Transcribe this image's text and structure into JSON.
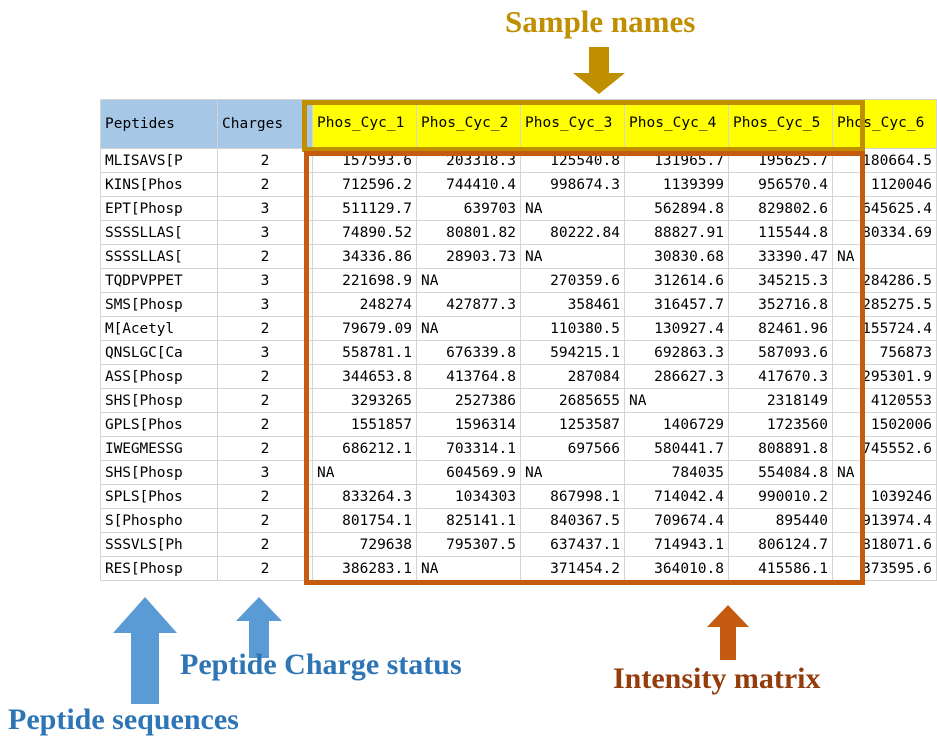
{
  "annotations": {
    "sample_names": "Sample names",
    "peptide_charge": "Peptide Charge status",
    "peptide_sequences": "Peptide sequences",
    "intensity_matrix": "Intensity matrix"
  },
  "colors": {
    "sample_names": "#bf8f00",
    "peptide_blue": "#2e75b6",
    "intensity_orange": "#943c0c",
    "header_highlight": "#ffff00",
    "id_header": "#a7c7e7",
    "matrix_border": "#c55a11",
    "sample_border": "#bf8f00"
  },
  "table": {
    "headers": {
      "peptides": "Peptides",
      "charges": "Charges",
      "samples": [
        "Phos_Cyc_1",
        "Phos_Cyc_2",
        "Phos_Cyc_3",
        "Phos_Cyc_4",
        "Phos_Cyc_5",
        "Phos_Cyc_6"
      ]
    },
    "rows": [
      {
        "peptide": "MLISAVS[P",
        "charge": "2",
        "values": [
          "157593.6",
          "203318.3",
          "125540.8",
          "131965.7",
          "195625.7",
          "180664.5"
        ]
      },
      {
        "peptide": "KINS[Phos",
        "charge": "2",
        "values": [
          "712596.2",
          "744410.4",
          "998674.3",
          "1139399",
          "956570.4",
          "1120046"
        ]
      },
      {
        "peptide": "EPT[Phosp",
        "charge": "3",
        "values": [
          "511129.7",
          "639703",
          "NA",
          "562894.8",
          "829802.6",
          "645625.4"
        ]
      },
      {
        "peptide": "SSSSLLAS[",
        "charge": "3",
        "values": [
          "74890.52",
          "80801.82",
          "80222.84",
          "88827.91",
          "115544.8",
          "80334.69"
        ]
      },
      {
        "peptide": "SSSSLLAS[",
        "charge": "2",
        "values": [
          "34336.86",
          "28903.73",
          "NA",
          "30830.68",
          "33390.47",
          "NA"
        ]
      },
      {
        "peptide": "TQDPVPPET",
        "charge": "3",
        "values": [
          "221698.9",
          "NA",
          "270359.6",
          "312614.6",
          "345215.3",
          "284286.5"
        ]
      },
      {
        "peptide": "SMS[Phosp",
        "charge": "3",
        "values": [
          "248274",
          "427877.3",
          "358461",
          "316457.7",
          "352716.8",
          "285275.5"
        ]
      },
      {
        "peptide": "M[Acetyl",
        "charge": "2",
        "values": [
          "79679.09",
          "NA",
          "110380.5",
          "130927.4",
          "82461.96",
          "155724.4"
        ]
      },
      {
        "peptide": "QNSLGC[Ca",
        "charge": "3",
        "values": [
          "558781.1",
          "676339.8",
          "594215.1",
          "692863.3",
          "587093.6",
          "756873"
        ]
      },
      {
        "peptide": "ASS[Phosp",
        "charge": "2",
        "values": [
          "344653.8",
          "413764.8",
          "287084",
          "286627.3",
          "417670.3",
          "295301.9"
        ]
      },
      {
        "peptide": "SHS[Phosp",
        "charge": "2",
        "values": [
          "3293265",
          "2527386",
          "2685655",
          "NA",
          "2318149",
          "4120553"
        ]
      },
      {
        "peptide": "GPLS[Phos",
        "charge": "2",
        "values": [
          "1551857",
          "1596314",
          "1253587",
          "1406729",
          "1723560",
          "1502006"
        ]
      },
      {
        "peptide": "IWEGMESSG",
        "charge": "2",
        "values": [
          "686212.1",
          "703314.1",
          "697566",
          "580441.7",
          "808891.8",
          "745552.6"
        ]
      },
      {
        "peptide": "SHS[Phosp",
        "charge": "3",
        "values": [
          "NA",
          "604569.9",
          "NA",
          "784035",
          "554084.8",
          "NA"
        ]
      },
      {
        "peptide": "SPLS[Phos",
        "charge": "2",
        "values": [
          "833264.3",
          "1034303",
          "867998.1",
          "714042.4",
          "990010.2",
          "1039246"
        ]
      },
      {
        "peptide": "S[Phospho",
        "charge": "2",
        "values": [
          "801754.1",
          "825141.1",
          "840367.5",
          "709674.4",
          "895440",
          "913974.4"
        ]
      },
      {
        "peptide": "SSSVLS[Ph",
        "charge": "2",
        "values": [
          "729638",
          "795307.5",
          "637437.1",
          "714943.1",
          "806124.7",
          "818071.6"
        ]
      },
      {
        "peptide": "RES[Phosp",
        "charge": "2",
        "values": [
          "386283.1",
          "NA",
          "371454.2",
          "364010.8",
          "415586.1",
          "373595.6"
        ]
      }
    ]
  },
  "icons": {
    "arrow_down": "arrow-down-icon",
    "arrow_up": "arrow-up-icon"
  }
}
